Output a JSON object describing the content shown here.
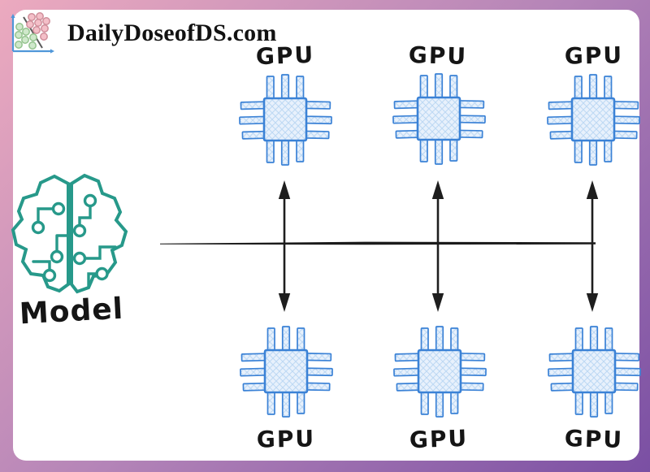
{
  "header": {
    "brand": "DailyDoseofDS.com",
    "logo_icon": "scatter-plot-logo"
  },
  "model": {
    "label": "Model",
    "icon": "circuit-brain"
  },
  "gpus": {
    "top": [
      {
        "label": "GPU"
      },
      {
        "label": "GPU"
      },
      {
        "label": "GPU"
      }
    ],
    "bottom": [
      {
        "label": "GPU"
      },
      {
        "label": "GPU"
      },
      {
        "label": "GPU"
      }
    ]
  },
  "connections": {
    "bus_icon": "horizontal-bus-line",
    "link_icon": "double-headed-arrow"
  },
  "colors": {
    "frame_gradient_start": "#ecaabf",
    "frame_gradient_end": "#7a4fa3",
    "model_teal": "#27998a",
    "gpu_blue": "#3b82d6",
    "gpu_fill": "#e8f1fc",
    "ink_black": "#1d1d1d"
  }
}
